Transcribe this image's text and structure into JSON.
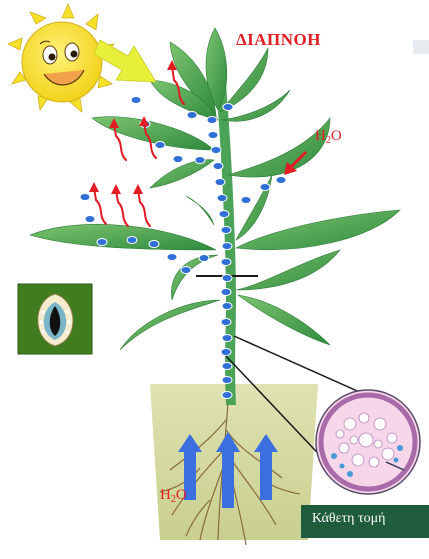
{
  "labels": {
    "transpiration": "ΔΙΑΠΝΟΗ",
    "water_leaf": {
      "main": "H",
      "sub": "2",
      "tail": "O"
    },
    "water_root": {
      "main": "H",
      "sub": "2",
      "tail": "O"
    },
    "cross_section": "Κάθετη τομή"
  },
  "colors": {
    "accent_red": "#e31b23",
    "leaf_green": "#3f9a4a",
    "droplet_blue": "#2f6fd6",
    "arrow_blue": "#3b6fe0",
    "label_box": "#1f5c3d",
    "sun_yellow": "#f6e12a"
  },
  "icons": [
    "sun-icon",
    "sun-ray-arrow-icon",
    "stomata-icon",
    "cross-section-icon"
  ]
}
